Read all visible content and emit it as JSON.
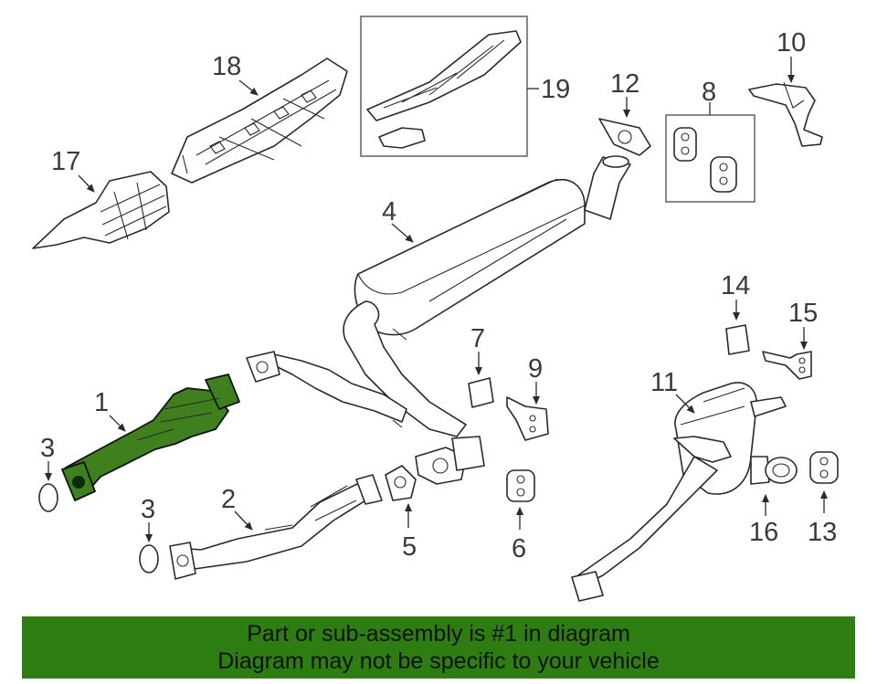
{
  "colors": {
    "highlight_part": "#3f7f1e",
    "banner_background": "#2e7d13",
    "banner_text": "#111111",
    "line_art": "#2a2a2a",
    "callout_text": "#3a3a3a"
  },
  "callouts": {
    "c1": "1",
    "c2": "2",
    "c3a": "3",
    "c3b": "3",
    "c4": "4",
    "c5": "5",
    "c6": "6",
    "c7": "7",
    "c8": "8",
    "c9": "9",
    "c10": "10",
    "c11": "11",
    "c12": "12",
    "c13": "13",
    "c14": "14",
    "c15": "15",
    "c16": "16",
    "c17": "17",
    "c18": "18",
    "c19": "19"
  },
  "banner": {
    "line1": "Part or sub-assembly is #1 in diagram",
    "line2": "Diagram may not be specific to your vehicle"
  }
}
